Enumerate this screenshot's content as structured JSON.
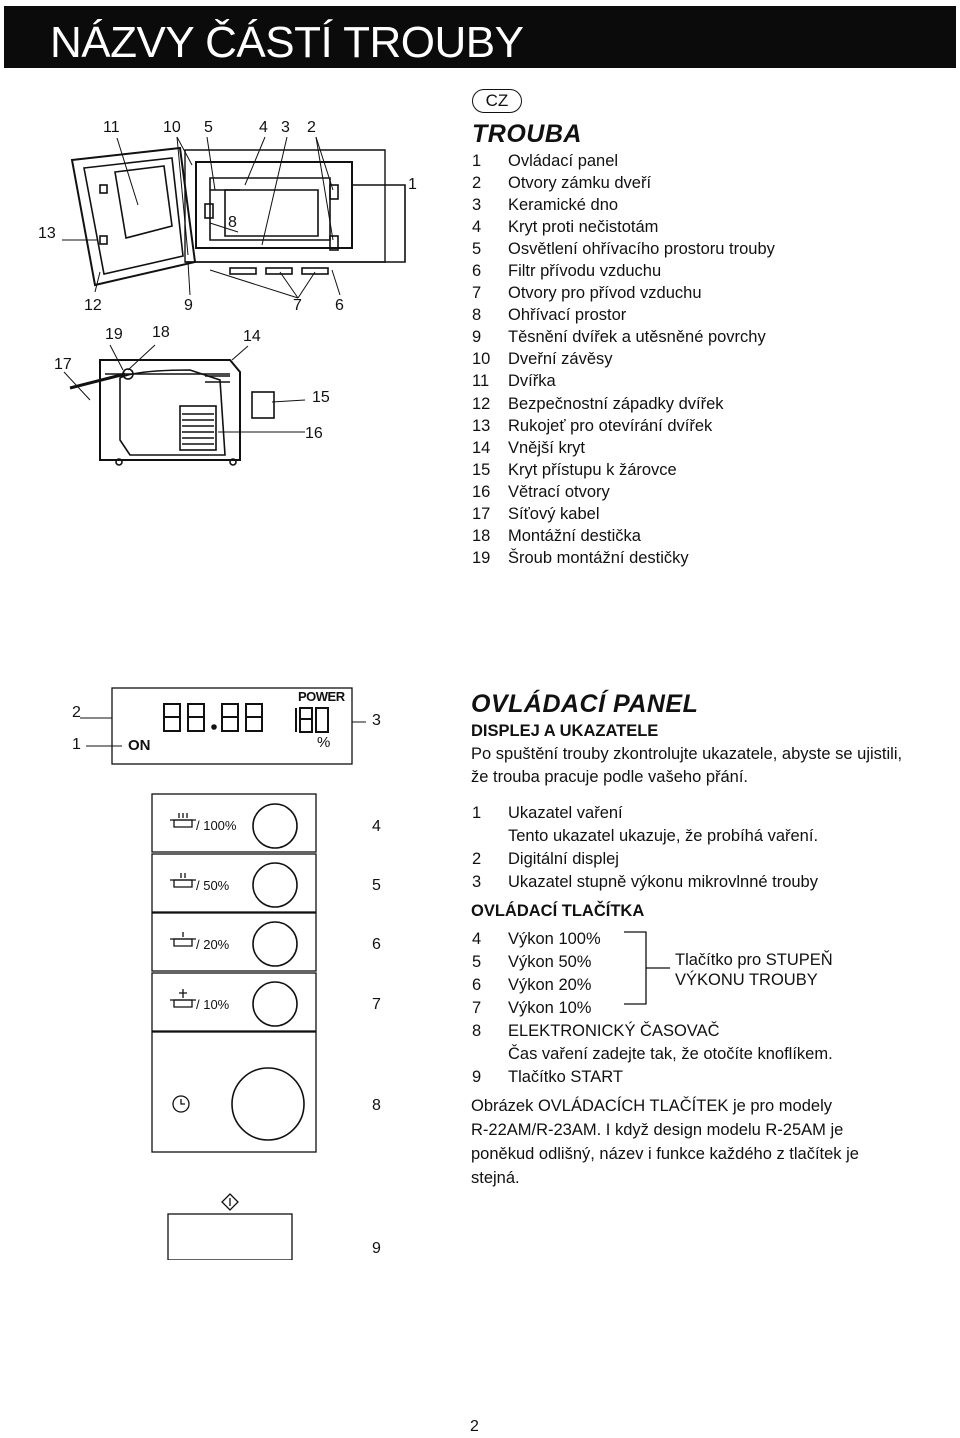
{
  "header": {
    "title": "NÁZVY ČÁSTÍ TROUBY"
  },
  "badge": "CZ",
  "oven": {
    "title": "TROUBA",
    "parts": [
      {
        "n": "1",
        "label": "Ovládací panel"
      },
      {
        "n": "2",
        "label": "Otvory zámku dveří"
      },
      {
        "n": "3",
        "label": "Keramické dno"
      },
      {
        "n": "4",
        "label": "Kryt proti nečistotám"
      },
      {
        "n": "5",
        "label": "Osvětlení ohřívacího prostoru trouby"
      },
      {
        "n": "6",
        "label": "Filtr přívodu vzduchu"
      },
      {
        "n": "7",
        "label": "Otvory pro přívod vzduchu"
      },
      {
        "n": "8",
        "label": "Ohřívací prostor"
      },
      {
        "n": "9",
        "label": "Těsnění dvířek a utěsněné povrchy"
      },
      {
        "n": "10",
        "label": "Dveřní závěsy"
      },
      {
        "n": "11",
        "label": "Dvířka"
      },
      {
        "n": "12",
        "label": "Bezpečnostní západky dvířek"
      },
      {
        "n": "13",
        "label": "Rukojeť pro otevírání dvířek"
      },
      {
        "n": "14",
        "label": "Vnější kryt"
      },
      {
        "n": "15",
        "label": "Kryt přístupu k žárovce"
      },
      {
        "n": "16",
        "label": "Větrací otvory"
      },
      {
        "n": "17",
        "label": "Síťový kabel"
      },
      {
        "n": "18",
        "label": "Montážní destička"
      },
      {
        "n": "19",
        "label": "Šroub montážní destičky"
      }
    ]
  },
  "oven_callouts": [
    "1",
    "2",
    "3",
    "4",
    "5",
    "6",
    "7",
    "8",
    "9",
    "10",
    "11",
    "12",
    "13",
    "14",
    "15",
    "16",
    "17",
    "18",
    "19"
  ],
  "panel_diagram": {
    "display_digits": "88.88",
    "power_label": "POWER",
    "power_digits": "180",
    "percent": "%",
    "on_label": "ON",
    "buttons": [
      "/ 100%",
      "/ 50%",
      "/ 20%",
      "/ 10%"
    ],
    "callouts": [
      "1",
      "2",
      "3",
      "4",
      "5",
      "6",
      "7",
      "8",
      "9"
    ]
  },
  "control": {
    "title": "OVLÁDACÍ PANEL",
    "display_heading": "DISPLEJ A UKAZATELE",
    "display_intro_1": "Po spuštění trouby zkontrolujte ukazatele, abyste se ujistili,",
    "display_intro_2": "že trouba pracuje podle vašeho přání.",
    "indicators": [
      {
        "n": "1",
        "label": "Ukazatel vaření"
      },
      {
        "n": "",
        "label": "Tento ukazatel ukazuje, že probíhá vaření."
      },
      {
        "n": "2",
        "label": "Digitální displej"
      },
      {
        "n": "3",
        "label": "Ukazatel stupně výkonu mikrovlnné trouby"
      }
    ],
    "buttons_heading": "OVLÁDACÍ TLAČÍTKA",
    "buttons": [
      {
        "n": "4",
        "label": "Výkon 100%"
      },
      {
        "n": "5",
        "label": "Výkon 50%"
      },
      {
        "n": "6",
        "label": "Výkon 20%"
      },
      {
        "n": "7",
        "label": "Výkon 10%"
      },
      {
        "n": "8",
        "label": "ELEKTRONICKÝ ČASOVAČ"
      },
      {
        "n": "",
        "label": "Čas vaření zadejte tak, že otočíte knoflíkem."
      },
      {
        "n": "9",
        "label": "Tlačítko START"
      }
    ],
    "power_note_1": "Tlačítko pro STUPEŇ",
    "power_note_2": "VÝKONU TROUBY",
    "footnote_1": "Obrázek OVLÁDACÍCH TLAČÍTEK je pro modely",
    "footnote_2": "R-22AM/R-23AM. I když design modelu R-25AM je",
    "footnote_3": "poněkud odlišný, název i funkce každého z tlačítek je",
    "footnote_4": "stejná."
  },
  "page_number": "2"
}
